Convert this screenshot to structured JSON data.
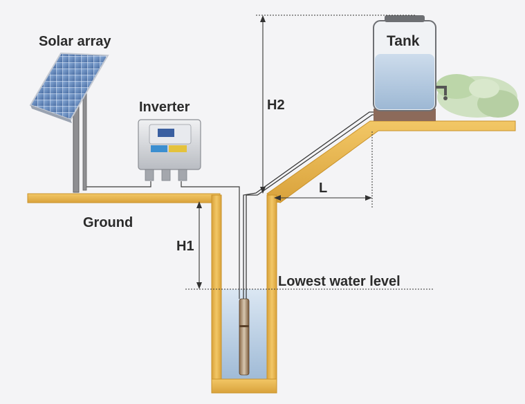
{
  "labels": {
    "solar_array": "Solar array",
    "inverter": "Inverter",
    "tank": "Tank",
    "ground": "Ground",
    "h1": "H1",
    "h2": "H2",
    "length": "L",
    "lowest_water_level": "Lowest water level"
  },
  "colors": {
    "background": "#f4f4f6",
    "ground_fill": "#e8b64c",
    "ground_edge": "#c9922a",
    "water": "#c9d9ea",
    "tank_body": "#f2f4f7",
    "tank_water": "#b5cde3",
    "panel": "#6b8fbf",
    "cable": "#3a3a3a",
    "dim_line": "#333333",
    "foliage": "#c8dcb8"
  }
}
